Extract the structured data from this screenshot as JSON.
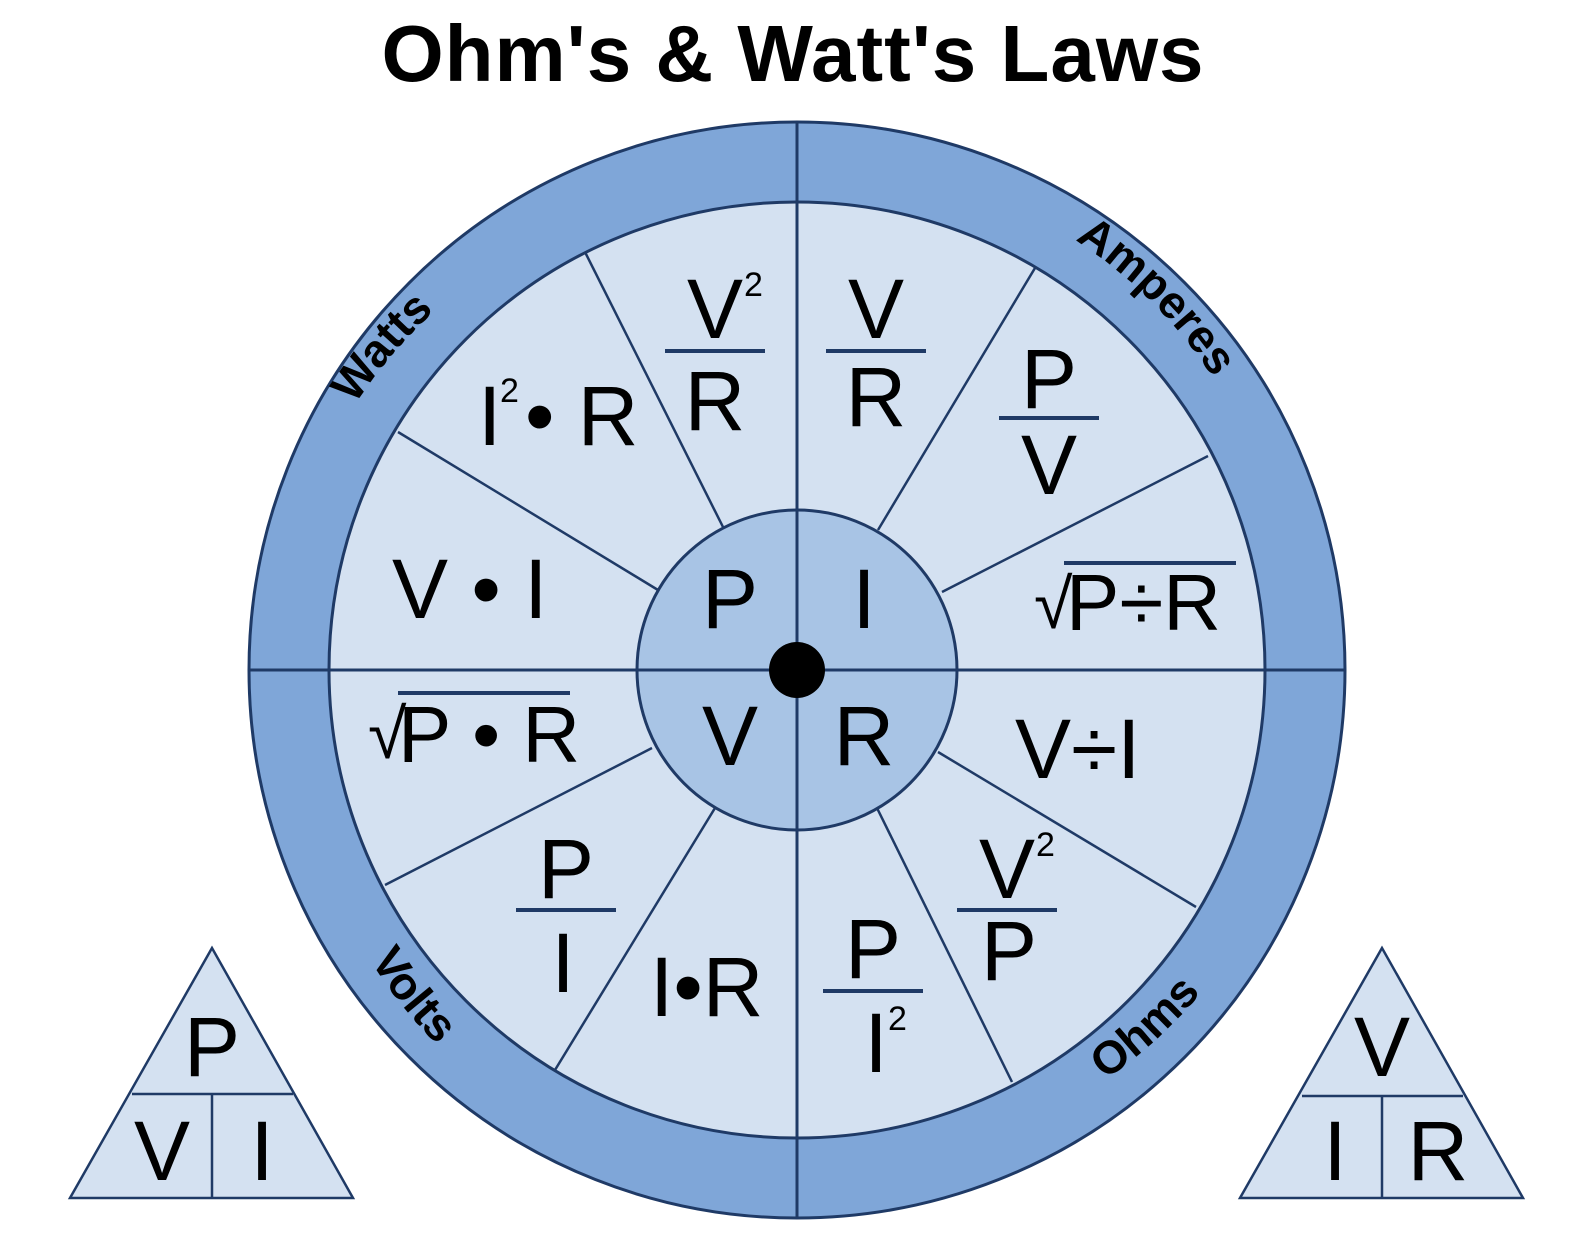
{
  "title": "Ohm's & Watt's Laws",
  "colors": {
    "outer_ring": "#7fa6d8",
    "wedge_fill": "#d4e1f1",
    "hub_fill": "#a8c4e5",
    "line": "#1f3a66",
    "triangle_fill": "#d4e1f1"
  },
  "ring_labels": {
    "watts": "Watts",
    "amperes": "Amperes",
    "volts": "Volts",
    "ohms": "Ohms"
  },
  "hub": {
    "p": "P",
    "i": "I",
    "v": "V",
    "r": "R"
  },
  "formulas": {
    "watts_v2_over_r": {
      "num": "V",
      "sup": "2",
      "den": "R"
    },
    "watts_i2r": {
      "base": "I",
      "sup": "2",
      "rest": "• R"
    },
    "watts_vi": "V • I",
    "amps_v_over_r": {
      "num": "V",
      "den": "R"
    },
    "amps_p_over_v": {
      "num": "P",
      "den": "V"
    },
    "amps_sqrt_p_div_r": {
      "radical": "√",
      "radicand": "P÷R"
    },
    "ohms_v_div_i": "V÷I",
    "ohms_v2_over_p": {
      "num": "V",
      "sup": "2",
      "den": "P"
    },
    "ohms_p_over_i2": {
      "num": "P",
      "den": "I",
      "sup": "2"
    },
    "volts_ir": "I•R",
    "volts_p_over_i": {
      "num": "P",
      "den": "I"
    },
    "volts_sqrt_pr": {
      "radical": "√",
      "radicand": "P • R"
    }
  },
  "triangle_left": {
    "top": "P",
    "bottom_left": "V",
    "bottom_right": "I"
  },
  "triangle_right": {
    "top": "V",
    "bottom_left": "I",
    "bottom_right": "R"
  }
}
